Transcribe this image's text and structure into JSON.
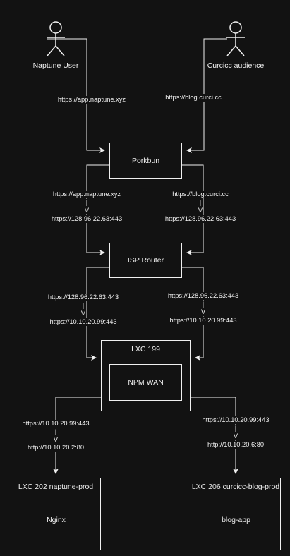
{
  "actors": {
    "naptune_user": "Naptune User",
    "curcicc_audience": "Curcicc audience"
  },
  "nodes": {
    "porkbun": "Porkbun",
    "isp_router": "ISP Router",
    "lxc199": "LXC 199",
    "npm_wan": "NPM WAN",
    "lxc202": "LXC 202 naptune-prod",
    "nginx": "Nginx",
    "lxc206": "LXC 206 curcicc-blog-prod",
    "blog_app": "blog-app"
  },
  "edges": {
    "user_to_porkbun": "https://app.naptune.xyz",
    "audience_to_porkbun": "https://blog.curci.cc",
    "porkbun_left": {
      "line1": "https://app.naptune.xyz",
      "arrow": "|\nV",
      "line2": "https://128.96.22.63:443"
    },
    "porkbun_right": {
      "line1": "https://blog.curci.cc",
      "arrow": "|\nV",
      "line2": "https://128.96.22.63:443"
    },
    "router_left": {
      "line1": "https://128.96.22.63:443",
      "arrow": "|\nV",
      "line2": "https://10.10.20.99:443"
    },
    "router_right": {
      "line1": "https://128.96.22.63:443",
      "arrow": "|\nV",
      "line2": "https://10.10.20.99:443"
    },
    "npm_left": {
      "line1": "https://10.10.20.99:443",
      "arrow": "|\nV",
      "line2": "http://10.10.20.2:80"
    },
    "npm_right": {
      "line1": "https://10.10.20.99:443",
      "arrow": "|\nV",
      "line2": "http://10.10.20.6:80"
    }
  }
}
